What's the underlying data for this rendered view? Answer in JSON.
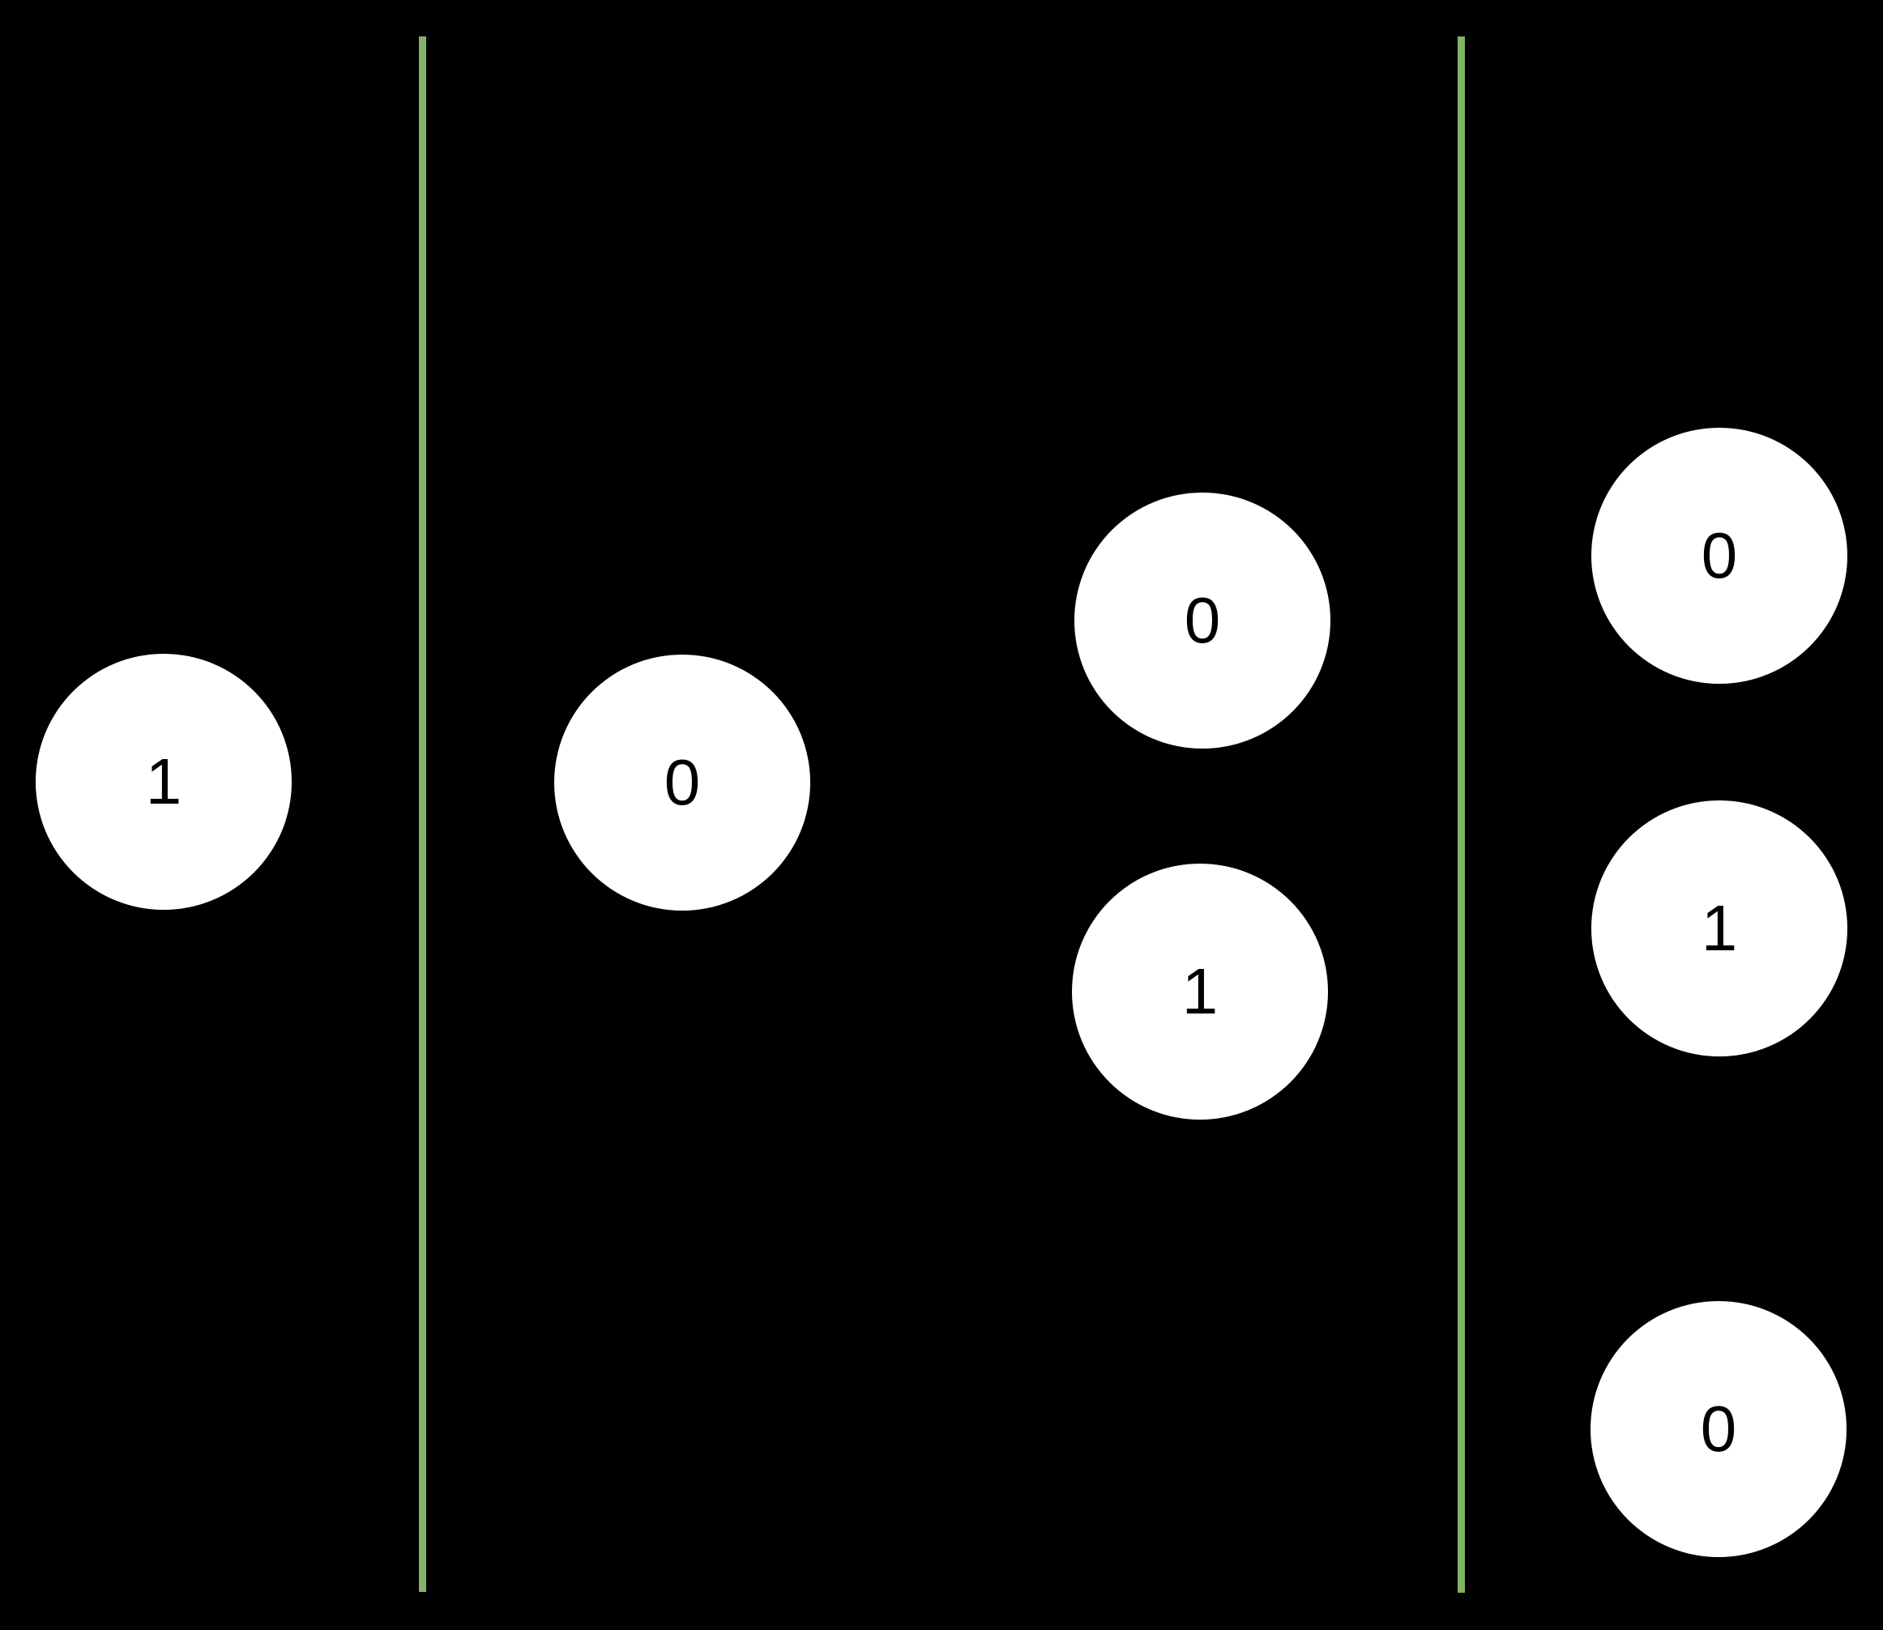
{
  "colors": {
    "background": "#000000",
    "separator": "#82b366",
    "node_fill": "#ffffff",
    "node_text": "#000000"
  },
  "separators": [
    {
      "id": "separator-1"
    },
    {
      "id": "separator-2"
    }
  ],
  "regions": [
    {
      "index": 1,
      "node_labels": [
        "1"
      ]
    },
    {
      "index": 2,
      "node_labels": [
        "0",
        "0",
        "1"
      ]
    },
    {
      "index": 3,
      "node_labels": [
        "0",
        "1",
        "0"
      ]
    }
  ],
  "nodes": [
    {
      "id": "a",
      "label": "1",
      "region": 1
    },
    {
      "id": "b",
      "label": "0",
      "region": 2
    },
    {
      "id": "c",
      "label": "0",
      "region": 2
    },
    {
      "id": "d",
      "label": "1",
      "region": 2
    },
    {
      "id": "e",
      "label": "0",
      "region": 3
    },
    {
      "id": "f",
      "label": "1",
      "region": 3
    },
    {
      "id": "g",
      "label": "0",
      "region": 3
    }
  ]
}
